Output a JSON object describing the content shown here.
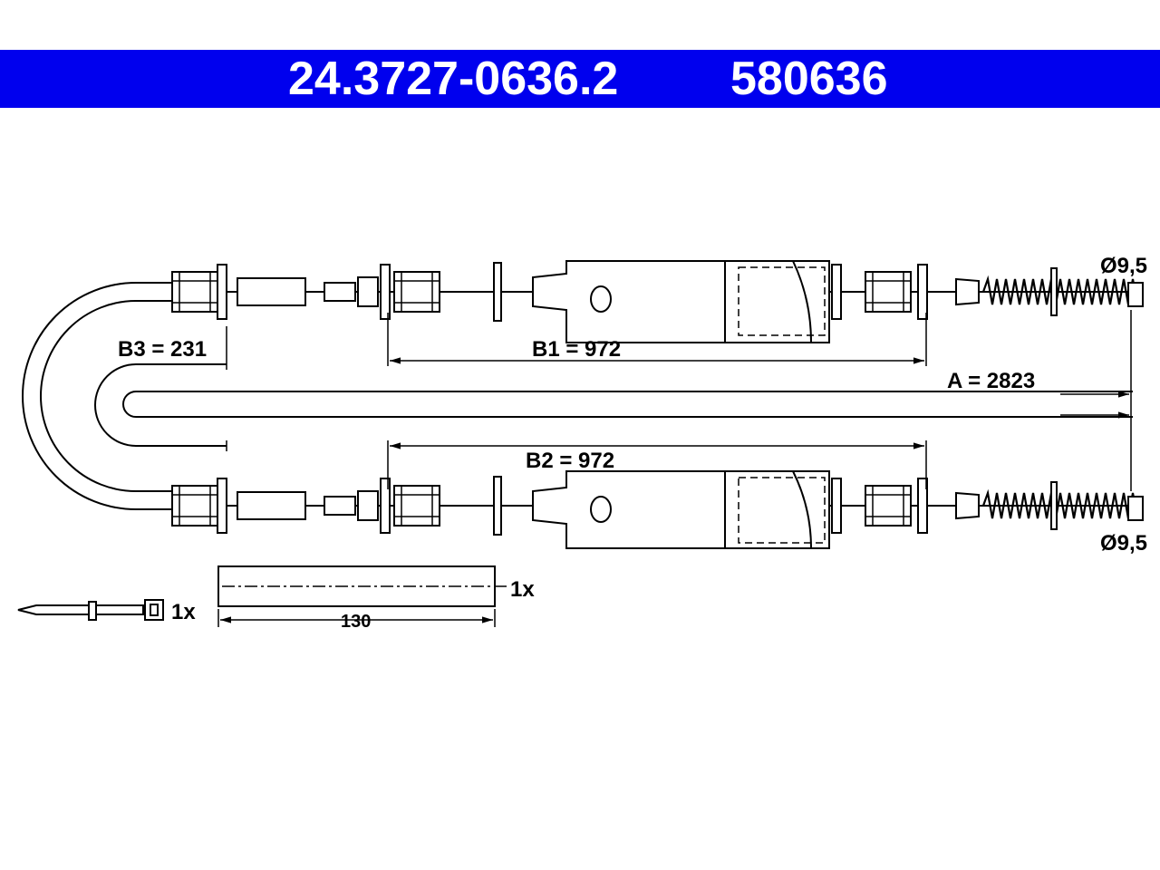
{
  "header": {
    "part_number": "24.3727-0636.2",
    "reference_number": "580636",
    "background_color": "#0000ee",
    "text_color": "#ffffff"
  },
  "dimensions": {
    "a": "A = 2823",
    "b1": "B1 = 972",
    "b2": "B2 = 972",
    "b3": "B3 = 231",
    "diameter_top": "Ø9,5",
    "diameter_bottom": "Ø9,5",
    "sleeve_length": "130"
  },
  "accessories": {
    "cable_tie_qty": "1x",
    "sleeve_qty": "1x"
  },
  "icons": {
    "cable": "cable-icon",
    "spring": "spring-icon",
    "cable_tie": "cable-tie-icon",
    "sleeve": "protective-sleeve-icon"
  }
}
